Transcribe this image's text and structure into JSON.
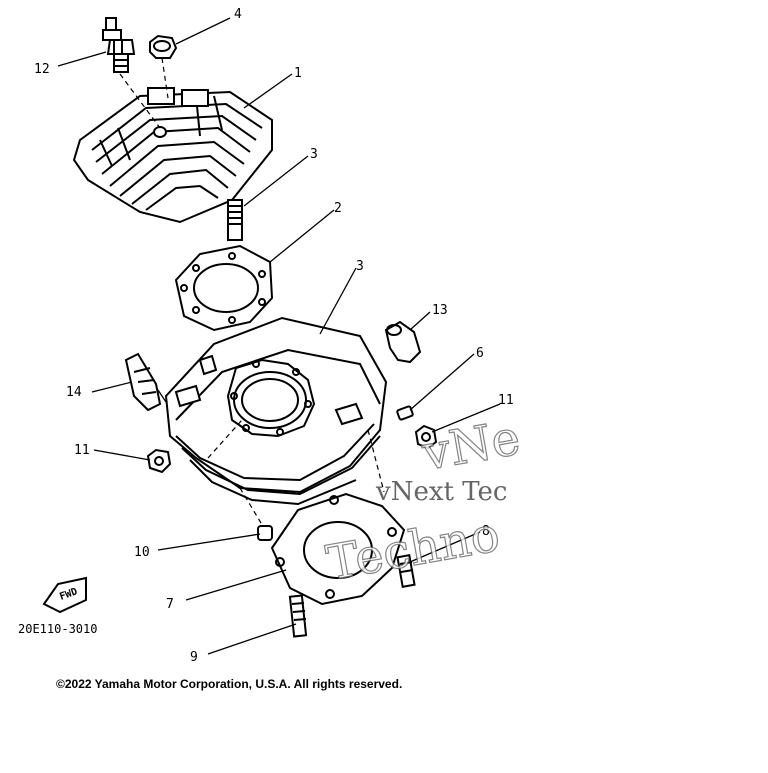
{
  "diagram": {
    "callouts": [
      {
        "id": "1",
        "text": "1"
      },
      {
        "id": "2",
        "text": "2"
      },
      {
        "id": "3a",
        "text": "3"
      },
      {
        "id": "3b",
        "text": "3"
      },
      {
        "id": "4",
        "text": "4"
      },
      {
        "id": "6",
        "text": "6"
      },
      {
        "id": "7",
        "text": "7"
      },
      {
        "id": "8",
        "text": "8"
      },
      {
        "id": "9",
        "text": "9"
      },
      {
        "id": "10",
        "text": "10"
      },
      {
        "id": "11a",
        "text": "11"
      },
      {
        "id": "11b",
        "text": "11"
      },
      {
        "id": "12",
        "text": "12"
      },
      {
        "id": "13",
        "text": "13"
      },
      {
        "id": "14",
        "text": "14"
      }
    ],
    "fwd_label": "FWD",
    "figure_code": "20E110-3010",
    "watermark": {
      "line1": "vNext Tec",
      "line2": "Techno",
      "line3": "vNe"
    },
    "copyright": "©2022 Yamaha Motor Corporation, U.S.A. All rights reserved."
  }
}
